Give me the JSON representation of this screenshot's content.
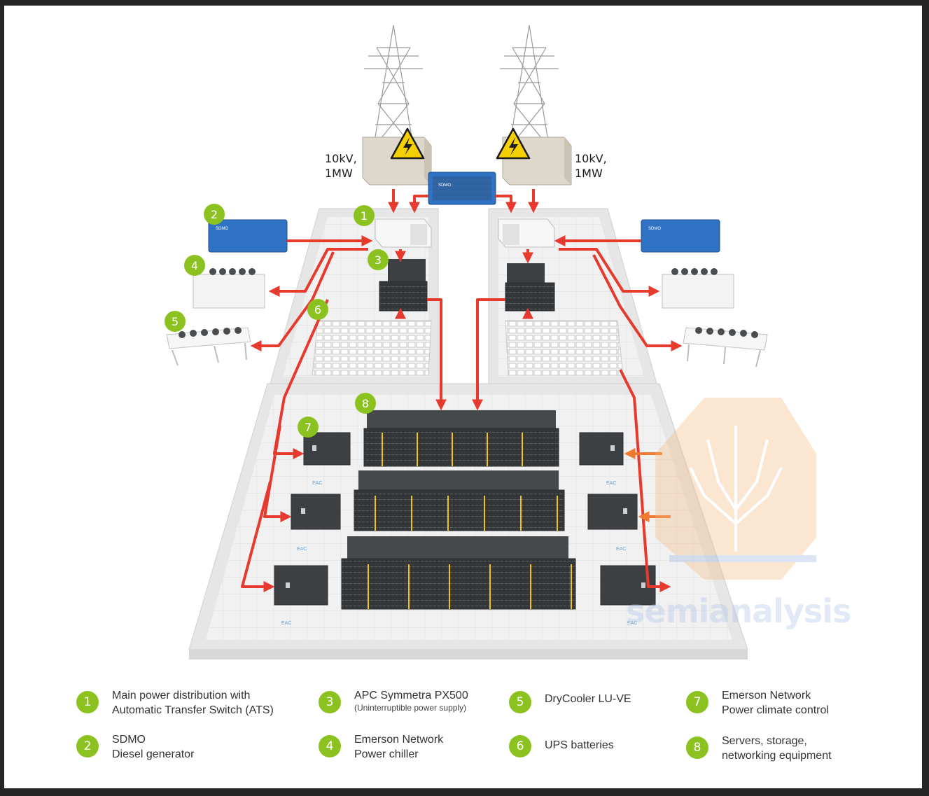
{
  "voltage_labels": [
    {
      "text": "10kV,\n1MW"
    },
    {
      "text": "10kV,\n1MW"
    }
  ],
  "badges": [
    "1",
    "2",
    "3",
    "4",
    "5",
    "6",
    "7",
    "8"
  ],
  "legend": [
    {
      "num": "1",
      "lines": [
        "Main power distribution with",
        "Automatic Transfer Switch (ATS)"
      ]
    },
    {
      "num": "2",
      "lines": [
        "SDMO",
        "Diesel generator"
      ]
    },
    {
      "num": "3",
      "lines": [
        "APC Symmetra PX500"
      ],
      "sub": "(Uninterruptible power supply)"
    },
    {
      "num": "4",
      "lines": [
        "Emerson Network",
        "Power chiller"
      ]
    },
    {
      "num": "5",
      "lines": [
        "DryCooler LU-VE"
      ]
    },
    {
      "num": "6",
      "lines": [
        "UPS batteries"
      ]
    },
    {
      "num": "7",
      "lines": [
        "Emerson Network",
        "Power climate control"
      ]
    },
    {
      "num": "8",
      "lines": [
        "Servers, storage,",
        "networking equipment"
      ]
    }
  ],
  "unit_brand": "SDMO",
  "crac_brand": "EAC",
  "watermark": "semianalysis",
  "colors": {
    "badge": "#8cc21f",
    "power_line": "#e63a2e",
    "cooling_line": "#f07a30",
    "floor": "#efefef",
    "rack": "#3d4043",
    "generator": "#2f72c4",
    "warning": "#f5d000"
  }
}
